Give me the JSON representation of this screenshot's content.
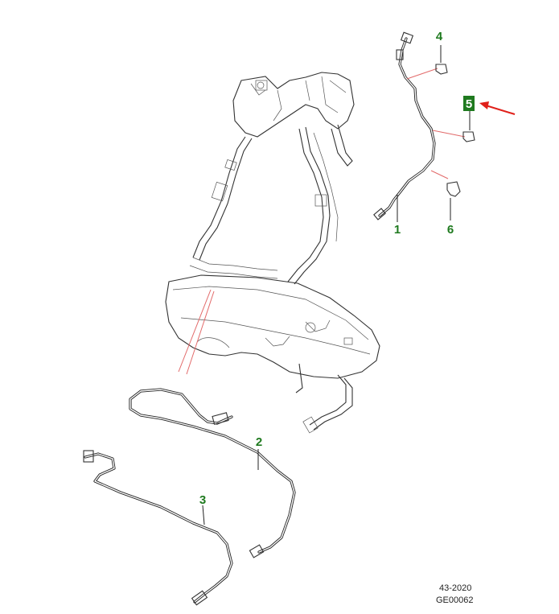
{
  "callouts": [
    {
      "id": "1",
      "label": "1"
    },
    {
      "id": "2",
      "label": "2"
    },
    {
      "id": "3",
      "label": "3"
    },
    {
      "id": "4",
      "label": "4"
    },
    {
      "id": "5",
      "label": "5",
      "highlighted": true
    },
    {
      "id": "6",
      "label": "6"
    }
  ],
  "reference": {
    "section": "43-2020",
    "figure": "GE00062"
  },
  "colors": {
    "callout_text": "#1f7a1f",
    "highlight_fill": "#1f7a1f",
    "highlight_arrow": "#e0201a",
    "leader_red": "#e26a6a"
  }
}
